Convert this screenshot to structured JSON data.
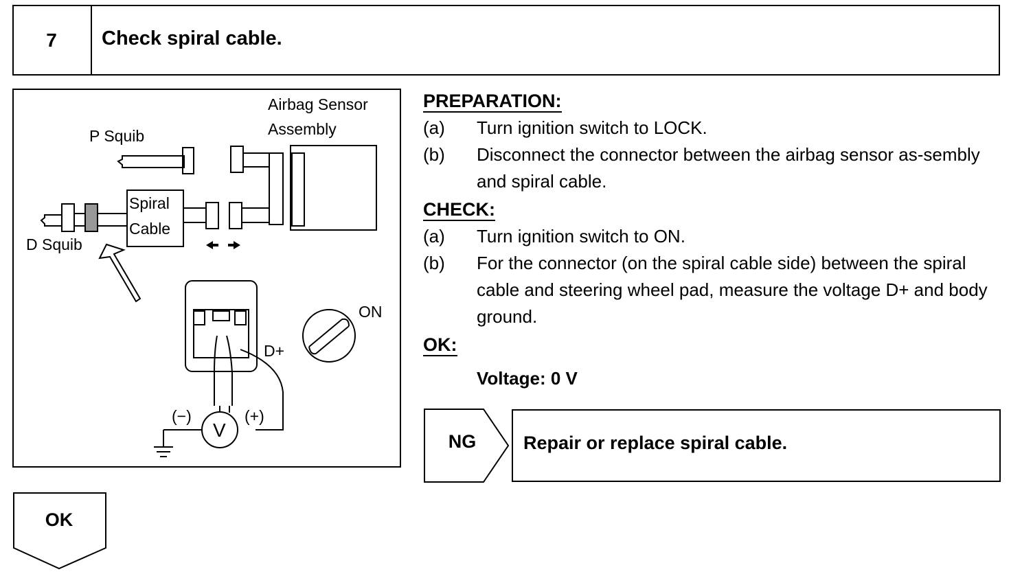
{
  "step": {
    "number": "7",
    "title": "Check spiral cable."
  },
  "diagram": {
    "labels": {
      "airbag_sensor_line1": "Airbag Sensor",
      "airbag_sensor_line2": "Assembly",
      "p_squib": "P Squib",
      "d_squib": "D Squib",
      "spiral_line1": "Spiral",
      "spiral_line2": "Cable",
      "on": "ON",
      "d_plus": "D+",
      "minus": "(−)",
      "plus": "(+)",
      "voltmeter": "V"
    }
  },
  "preparation": {
    "heading": "PREPARATION:",
    "items": [
      {
        "label": "(a)",
        "text": "Turn ignition switch to LOCK."
      },
      {
        "label": "(b)",
        "text": "Disconnect the connector between the airbag sensor as-sembly and spiral cable."
      }
    ]
  },
  "check": {
    "heading": "CHECK:",
    "items": [
      {
        "label": "(a)",
        "text": "Turn ignition switch to ON."
      },
      {
        "label": "(b)",
        "text": "For the connector (on the spiral cable side) between the spiral cable and steering wheel pad, measure the voltage D+ and body ground."
      }
    ]
  },
  "ok": {
    "heading": "OK:",
    "value": "Voltage: 0 V"
  },
  "ng": {
    "label": "NG",
    "action": "Repair or replace spiral cable."
  },
  "ok_flow": {
    "label": "OK"
  }
}
